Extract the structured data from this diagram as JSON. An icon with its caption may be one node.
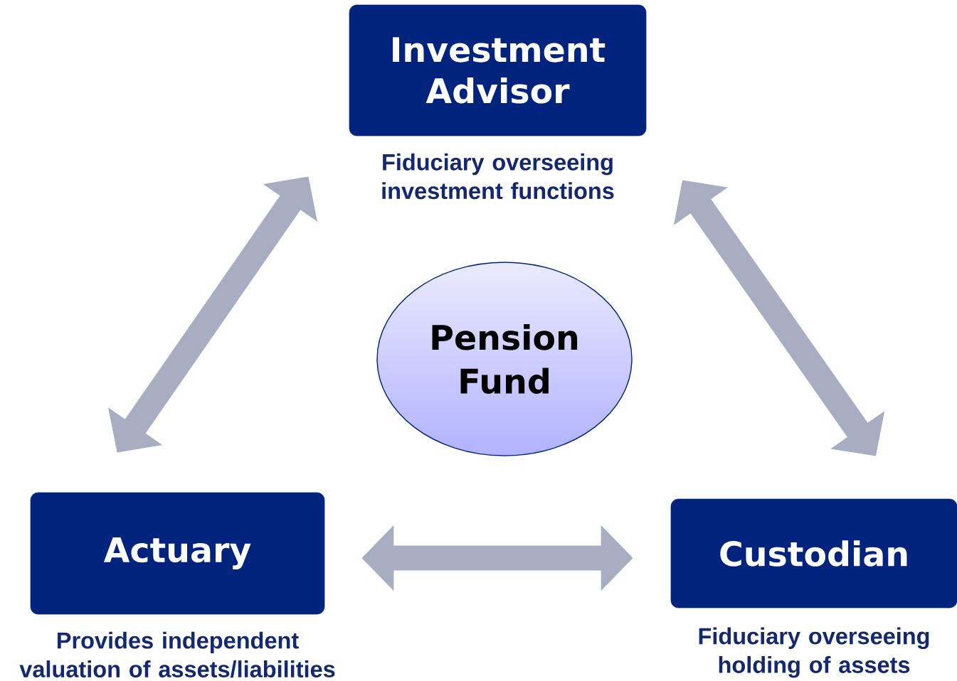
{
  "diagram": {
    "nodes": [
      {
        "text": [
          "Investment Advisor"
        ],
        "beside": [
          "Fiduciary overseeing investment functions"
        ]
      },
      {
        "text": [
          "Pension Fund"
        ]
      },
      {
        "text": [
          "Actuary"
        ],
        "beside": [
          "Provides independent valuation of assets/liabilities"
        ]
      },
      {
        "text": [
          "Custodian"
        ],
        "beside": [
          "Fiduciary overseeing holding of assets"
        ]
      }
    ],
    "edges": [
      {
        "from": 2,
        "to": 0,
        "arrow": "both"
      },
      {
        "from": 0,
        "to": 3,
        "arrow": "both"
      },
      {
        "from": 2,
        "to": 3,
        "arrow": "both"
      }
    ]
  }
}
